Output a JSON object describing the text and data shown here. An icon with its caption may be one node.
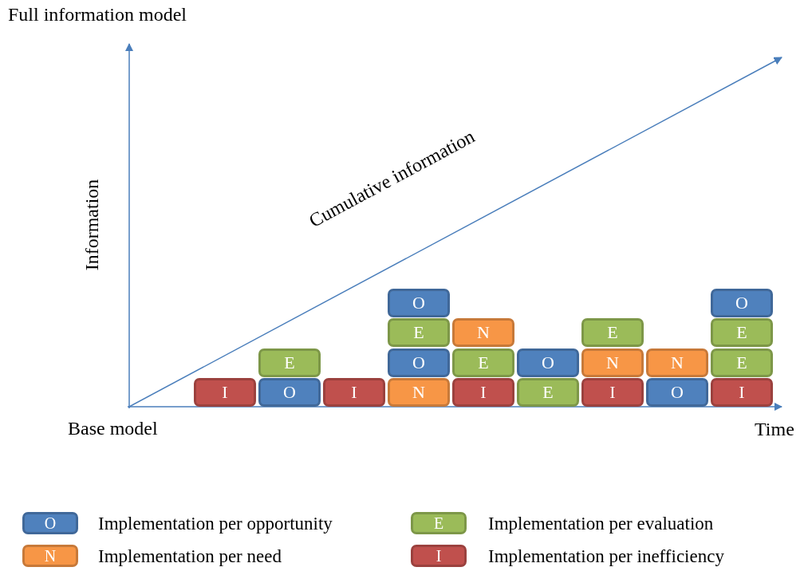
{
  "diagram": {
    "nodes": [
      {
        "text": [
          "O"
        ]
      },
      {
        "text": [
          "O"
        ]
      },
      {
        "text": [
          "E"
        ]
      },
      {
        "text": [
          "N"
        ]
      },
      {
        "text": [
          "E"
        ]
      },
      {
        "text": [
          "E"
        ]
      },
      {
        "text": [
          "E"
        ]
      },
      {
        "text": [
          "O"
        ]
      },
      {
        "text": [
          "E"
        ]
      },
      {
        "text": [
          "O"
        ]
      },
      {
        "text": [
          "N"
        ]
      },
      {
        "text": [
          "N"
        ]
      },
      {
        "text": [
          "E"
        ]
      },
      {
        "text": [
          "I"
        ]
      },
      {
        "text": [
          "O"
        ]
      },
      {
        "text": [
          "I"
        ]
      },
      {
        "text": [
          "N"
        ]
      },
      {
        "text": [
          "I"
        ]
      },
      {
        "text": [
          "E"
        ]
      },
      {
        "text": [
          "I"
        ]
      },
      {
        "text": [
          "O"
        ]
      },
      {
        "text": [
          "I"
        ]
      }
    ],
    "labels": [
      "Full information model",
      "Cumulative information",
      "Information",
      "Base model",
      "Time",
      "O",
      "E",
      "N",
      "I"
    ],
    "legend": [
      {
        "text": "Implementation per opportunity",
        "color": "#4f81bd"
      },
      {
        "text": "Implementation per evaluation",
        "color": "#9bbb59"
      },
      {
        "text": "Implementation per need",
        "color": "#f79646"
      },
      {
        "text": "Implementation per inefficiency",
        "color": "#c0504d"
      }
    ]
  }
}
